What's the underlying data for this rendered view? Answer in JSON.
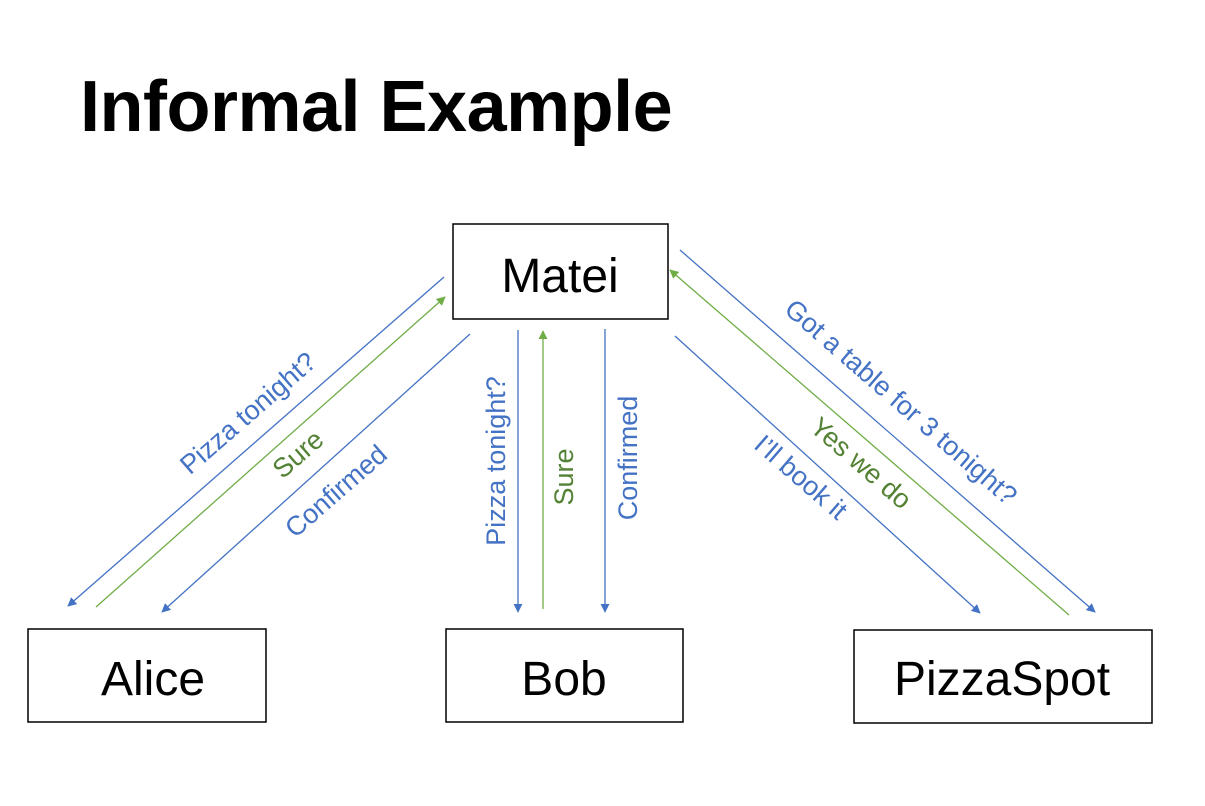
{
  "title": "Informal Example",
  "colors": {
    "blue": "#4472C4",
    "green": "#70AD47",
    "blue_text": "#4472C4",
    "green_text": "#548235"
  },
  "nodes": {
    "matei": "Matei",
    "alice": "Alice",
    "bob": "Bob",
    "pizzaspot": "PizzaSpot"
  },
  "edges": {
    "matei_alice_invite": "Pizza tonight?",
    "alice_matei_reply": "Sure",
    "matei_alice_confirm": "Confirmed",
    "matei_bob_invite": "Pizza tonight?",
    "bob_matei_reply": "Sure",
    "matei_bob_confirm": "Confirmed",
    "matei_pizzaspot_request": "Got a table for 3 tonight?",
    "pizzaspot_matei_reply": "Yes we do",
    "matei_pizzaspot_book": "I’ll book it"
  }
}
